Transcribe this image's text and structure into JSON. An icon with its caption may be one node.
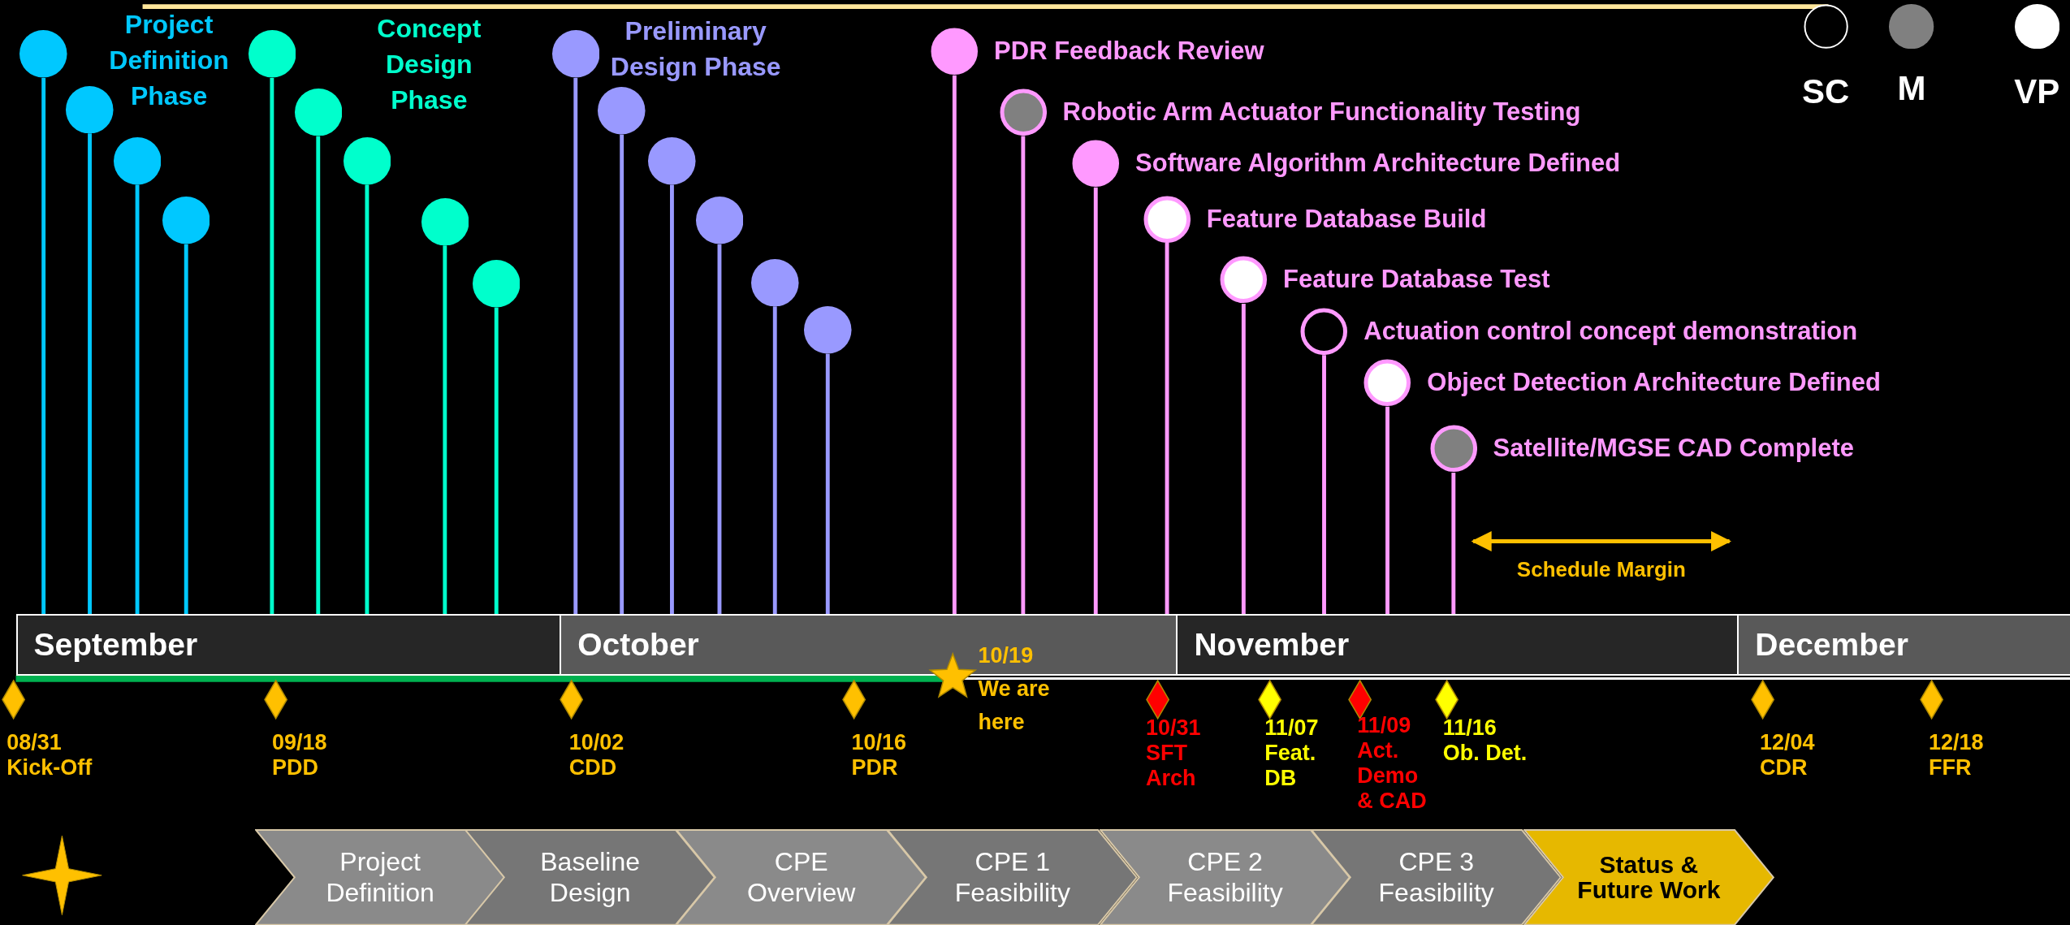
{
  "diagram": {
    "nodes": [
      {
        "text": [],
        "shape": "circle"
      },
      {
        "text": [],
        "shape": "circle"
      },
      {
        "text": [],
        "shape": "circle"
      },
      {
        "text": [],
        "shape": "circle"
      },
      {
        "text": [],
        "shape": "circle"
      },
      {
        "text": [],
        "shape": "circle"
      },
      {
        "text": [],
        "shape": "circle"
      },
      {
        "text": [],
        "shape": "circle"
      },
      {
        "text": [],
        "shape": "circle"
      },
      {
        "text": [],
        "shape": "circle"
      },
      {
        "text": [],
        "shape": "circle"
      },
      {
        "text": [],
        "shape": "circle"
      },
      {
        "text": [],
        "shape": "circle"
      },
      {
        "text": [],
        "shape": "circle"
      },
      {
        "text": [],
        "shape": "circle"
      },
      {
        "text": [
          "PDR Feedback Review"
        ]
      },
      {
        "text": [
          "Robotic Arm Actuator Functionality Testing"
        ]
      },
      {
        "text": [
          "Software Algorithm Architecture Defined"
        ]
      },
      {
        "text": [
          "Feature Database Build"
        ]
      },
      {
        "text": [
          "Feature Database Test"
        ]
      },
      {
        "text": [
          "Actuation control concept demonstration"
        ]
      },
      {
        "text": [
          "Object Detection Architecture Defined"
        ]
      },
      {
        "text": [
          "Satellite/MGSE CAD Complete"
        ]
      },
      {
        "text": [
          "September"
        ]
      },
      {
        "text": [
          "October"
        ]
      },
      {
        "text": [
          "November"
        ]
      },
      {
        "text": [
          "December"
        ]
      },
      {
        "text": [],
        "shape": "diamond",
        "beside": [
          "08/31 Kick-Off"
        ]
      },
      {
        "text": [],
        "shape": "diamond",
        "beside": [
          "09/18 PDD"
        ]
      },
      {
        "text": [],
        "shape": "diamond",
        "beside": [
          "10/02 CDD"
        ]
      },
      {
        "text": [],
        "shape": "diamond",
        "beside": [
          "10/16 PDR"
        ]
      },
      {
        "text": [],
        "shape": "star",
        "beside": [
          "10/19 We are here"
        ]
      },
      {
        "text": [],
        "shape": "diamond",
        "beside": [
          "10/31 SFT Arch"
        ]
      },
      {
        "text": [],
        "shape": "diamond",
        "beside": [
          "11/07 Feat. DB"
        ]
      },
      {
        "text": [],
        "shape": "diamond",
        "beside": [
          "11/09 Act. Demo & CAD"
        ]
      },
      {
        "text": [],
        "shape": "diamond",
        "beside": [
          "11/16 Ob. Det."
        ]
      },
      {
        "text": [],
        "shape": "diamond",
        "beside": [
          "12/04 CDR"
        ]
      },
      {
        "text": [],
        "shape": "diamond",
        "beside": [
          "12/18 FFR"
        ]
      },
      {
        "text": [
          "Project Definition"
        ]
      },
      {
        "text": [
          "Baseline Design"
        ]
      },
      {
        "text": [
          "CPE Overview"
        ]
      },
      {
        "text": [
          "CPE 1 Feasibility"
        ]
      },
      {
        "text": [
          "CPE 2 Feasibility"
        ]
      },
      {
        "text": [
          "CPE 3 Feasibility"
        ]
      },
      {
        "text": [
          "Status & Future Work"
        ]
      }
    ],
    "edges": [
      {
        "from": 0,
        "to": 23,
        "arrow": "none",
        "color": "#00c8ff"
      },
      {
        "from": 1,
        "to": 23,
        "arrow": "none",
        "color": "#00c8ff"
      },
      {
        "from": 2,
        "to": 23,
        "arrow": "none",
        "color": "#00c8ff"
      },
      {
        "from": 3,
        "to": 23,
        "arrow": "none",
        "color": "#00c8ff"
      },
      {
        "from": 4,
        "to": 23,
        "arrow": "none",
        "color": "#00ffcc"
      },
      {
        "from": 5,
        "to": 23,
        "arrow": "none",
        "color": "#00ffcc"
      },
      {
        "from": 6,
        "to": 23,
        "arrow": "none",
        "color": "#00ffcc"
      },
      {
        "from": 7,
        "to": 23,
        "arrow": "none",
        "color": "#00ffcc"
      },
      {
        "from": 8,
        "to": 23,
        "arrow": "none",
        "color": "#00ffcc"
      },
      {
        "from": 9,
        "to": 24,
        "arrow": "none",
        "color": "#9999ff"
      },
      {
        "from": 10,
        "to": 24,
        "arrow": "none",
        "color": "#9999ff"
      },
      {
        "from": 11,
        "to": 24,
        "arrow": "none",
        "color": "#9999ff"
      },
      {
        "from": 12,
        "to": 24,
        "arrow": "none",
        "color": "#9999ff"
      },
      {
        "from": 13,
        "to": 24,
        "arrow": "none",
        "color": "#9999ff"
      },
      {
        "from": 14,
        "to": 24,
        "arrow": "none",
        "color": "#9999ff"
      },
      {
        "from": 15,
        "to": 24,
        "arrow": "none"
      },
      {
        "from": 16,
        "to": 24,
        "arrow": "none"
      },
      {
        "from": 17,
        "to": 24,
        "arrow": "none"
      },
      {
        "from": 18,
        "to": 24,
        "arrow": "none"
      },
      {
        "from": 19,
        "to": 25,
        "arrow": "none"
      },
      {
        "from": 20,
        "to": 25,
        "arrow": "none"
      },
      {
        "from": 21,
        "to": 25,
        "arrow": "none"
      },
      {
        "from": 22,
        "to": 25,
        "arrow": "none"
      }
    ],
    "labels": [
      "Project Definition Phase",
      "Concept Design Phase",
      "Preliminary Design Phase",
      "Schedule Margin"
    ],
    "legend": [
      {
        "text": "SC"
      },
      {
        "text": "M",
        "color": "#808080"
      },
      {
        "text": "VP",
        "color": "#ffffff"
      }
    ]
  }
}
